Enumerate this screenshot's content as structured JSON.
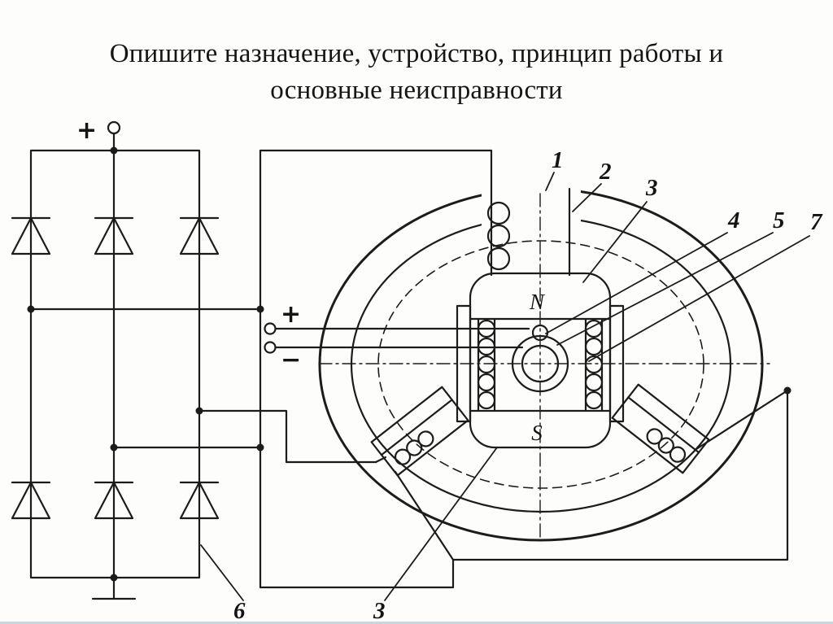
{
  "slide": {
    "title_line1": "Опишите назначение, устройство, принцип работы и",
    "title_line2": "основные неисправности"
  },
  "diagram": {
    "rectifier": {
      "positive_terminal": "+"
    },
    "field_terminals": {
      "plus": "+",
      "minus": "−"
    },
    "rotor": {
      "north": "N",
      "south": "S"
    },
    "callouts": {
      "c1": "1",
      "c2": "2",
      "c3_top": "3",
      "c4": "4",
      "c5": "5",
      "c7": "7",
      "c6": "6",
      "c3_bottom": "3"
    },
    "colors": {
      "ink": "#1c1c1a",
      "background": "#fdfdfc"
    }
  }
}
